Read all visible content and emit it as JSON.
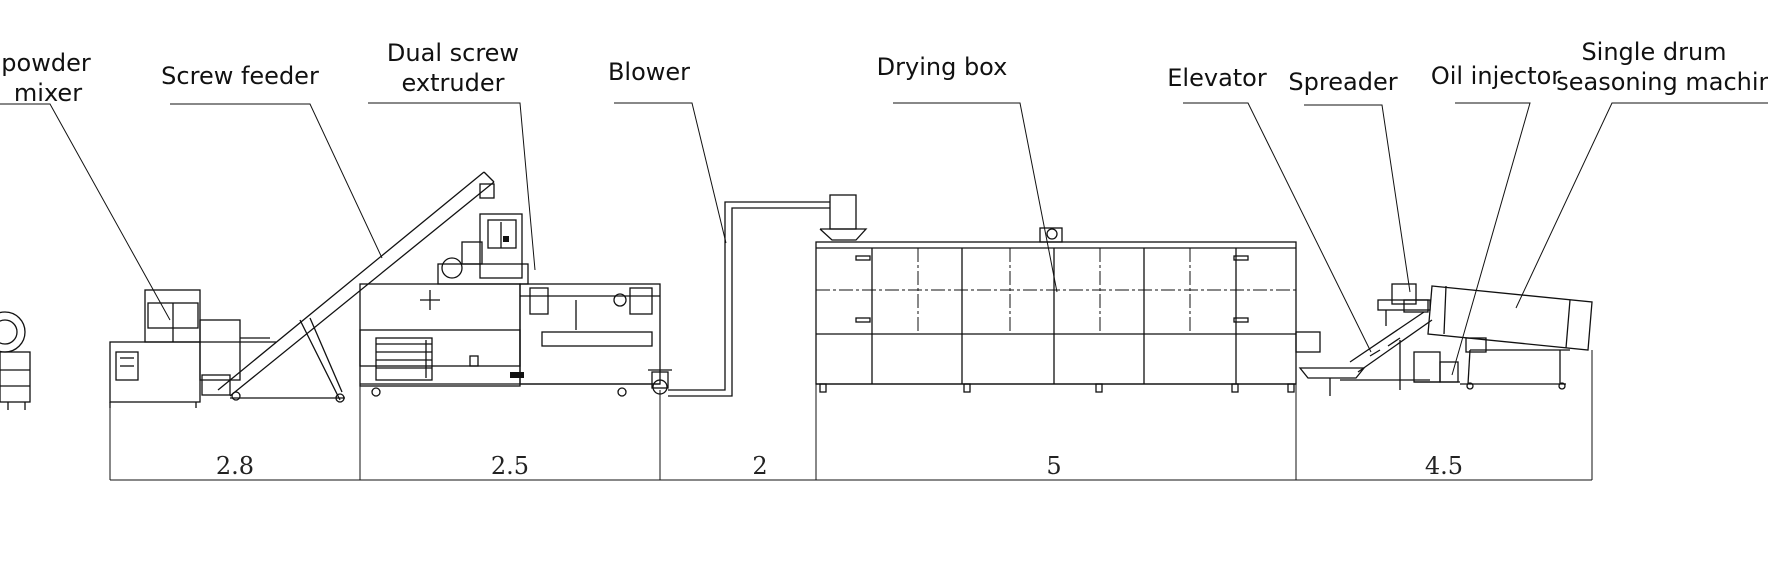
{
  "labels": {
    "powder_mixer": [
      "powder",
      "mixer"
    ],
    "screw_feeder": "Screw feeder",
    "dual_screw_extruder": [
      "Dual screw",
      "extruder"
    ],
    "blower": "Blower",
    "drying_box": "Drying box",
    "elevator": "Elevator",
    "spreader": "Spreader",
    "oil_injector": "Oil injector",
    "single_drum_seasoning": [
      "Single drum",
      "seasoning machin"
    ]
  },
  "dimensions": {
    "seg1": "2.8",
    "seg2": "2.5",
    "seg3": "2",
    "seg4": "5",
    "seg5": "4.5"
  }
}
